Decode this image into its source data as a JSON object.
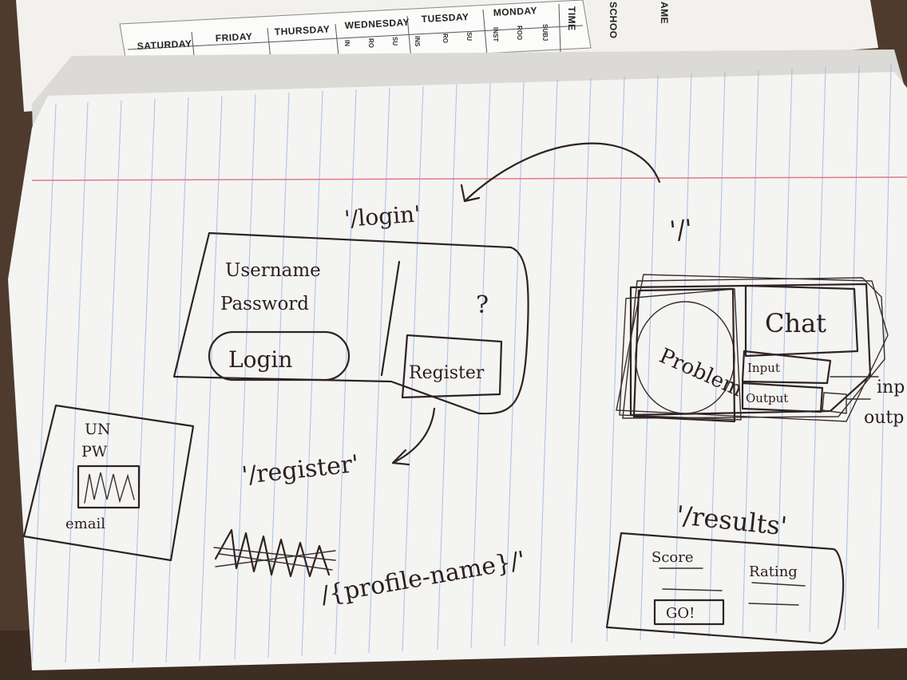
{
  "schedule_sheet": {
    "days": [
      "SATURDAY",
      "FRIDAY",
      "THURSDAY",
      "WEDNESDAY",
      "TUESDAY",
      "MONDAY"
    ],
    "time_label": "TIME",
    "school_label": "SCHOO",
    "name_label": "AME",
    "sub_labels": [
      "INS",
      "RO",
      "SU",
      "IN",
      "RO",
      "SU",
      "INST",
      "ROO",
      "SUBJ"
    ]
  },
  "sketch": {
    "login_route": "'/login'",
    "login_form": {
      "username_label": "Username",
      "password_label": "Password",
      "login_button": "Login",
      "question_mark": "?",
      "register_button": "Register"
    },
    "root_route": "'/'",
    "workspace": {
      "problem_label": "Problem",
      "chat_label": "Chat",
      "input_box": "Input",
      "output_box": "Output",
      "input_annotation": "inp",
      "output_annotation": "outp"
    },
    "register_route": "'/register'",
    "register_form": {
      "un_label": "UN",
      "pw_label": "PW",
      "email_label": "email"
    },
    "profile_route": "/{profile-name}/'",
    "results_route": "'/results'",
    "results_card": {
      "score_label": "Score",
      "rating_label": "Rating",
      "button_label": "GO!"
    }
  }
}
